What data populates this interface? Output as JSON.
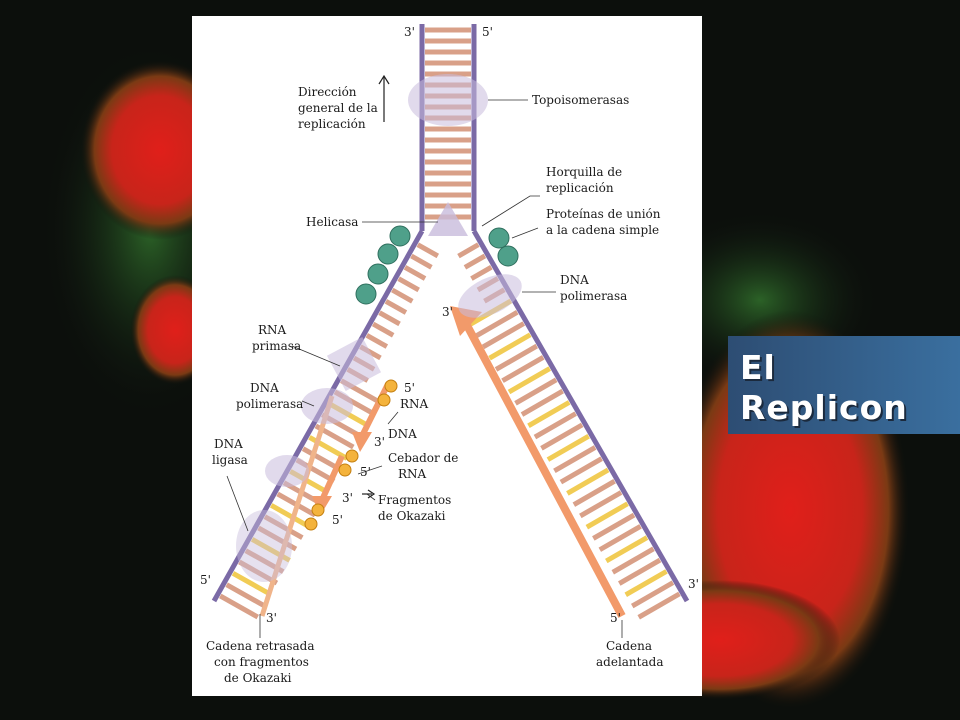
{
  "slide": {
    "title": "El\nReplicon"
  },
  "diagram": {
    "ends": {
      "top_left": "3'",
      "top_right": "5'",
      "okazaki_1_5": "5'",
      "okazaki_1_3": "3'",
      "okazaki_2_5": "5'",
      "okazaki_2_3": "3'",
      "okazaki_3_5": "5'",
      "leading_3": "3'",
      "lagging_bottom_5": "5'",
      "lagging_bottom_3": "3'",
      "leading_bottom_5": "5'",
      "leading_bottom_3": "3'"
    },
    "labels": {
      "direction": [
        "Dirección",
        "general de la",
        "replicación"
      ],
      "topoisomerases": "Topoisomerasas",
      "fork": [
        "Horquilla de",
        "replicación"
      ],
      "helicase": "Helicasa",
      "ssb": [
        "Proteínas de unión",
        "a la cadena simple"
      ],
      "dna_polymerase_right": [
        "DNA",
        "polimerasa"
      ],
      "rna_primase": [
        "RNA",
        "primasa"
      ],
      "dna_polymerase_left": [
        "DNA",
        "polimerasa"
      ],
      "rna": "RNA",
      "dna": "DNA",
      "rna_primer": [
        "Cebador de",
        "RNA"
      ],
      "dna_ligase": [
        "DNA",
        "ligasa"
      ],
      "okazaki": [
        "Fragmentos",
        "de Okazaki"
      ],
      "lagging_strand": [
        "Cadena retrasada",
        "con fragmentos",
        "de Okazaki"
      ],
      "leading_strand": [
        "Cadena",
        "adelantada"
      ]
    }
  }
}
